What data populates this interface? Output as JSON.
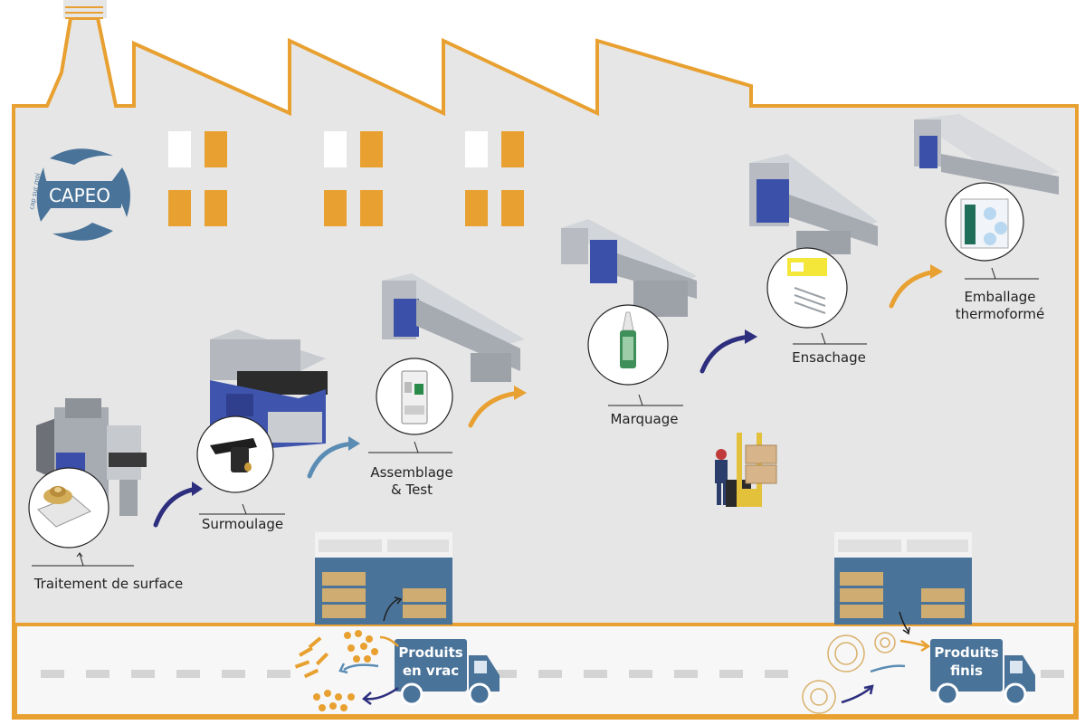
{
  "logo": {
    "name": "CAPEO",
    "tagline": "cap sur moi"
  },
  "colors": {
    "orange": "#e8a030",
    "blue": "#4a7399",
    "dark_blue": "#2d2f7e",
    "light_blue": "#5b8cb3",
    "wall": "#e6e6e6",
    "road": "#f7f7f7"
  },
  "steps": [
    {
      "label": "Traitement de surface",
      "icon": "surface-treated-part-icon"
    },
    {
      "label": "Surmoulage",
      "icon": "overmolded-handle-icon"
    },
    {
      "label": "Assemblage",
      "label2": "& Test",
      "icon": "circuit-breaker-icon"
    },
    {
      "label": "Marquage",
      "icon": "marked-tube-icon"
    },
    {
      "label": "Ensachage",
      "icon": "bagged-screws-icon"
    },
    {
      "label": "Emballage",
      "label2": "thermoformé",
      "icon": "thermoformed-pack-icon"
    }
  ],
  "trucks": [
    {
      "line1": "Produits",
      "line2": "en vrac"
    },
    {
      "line1": "Produits",
      "line2": "finis"
    }
  ]
}
